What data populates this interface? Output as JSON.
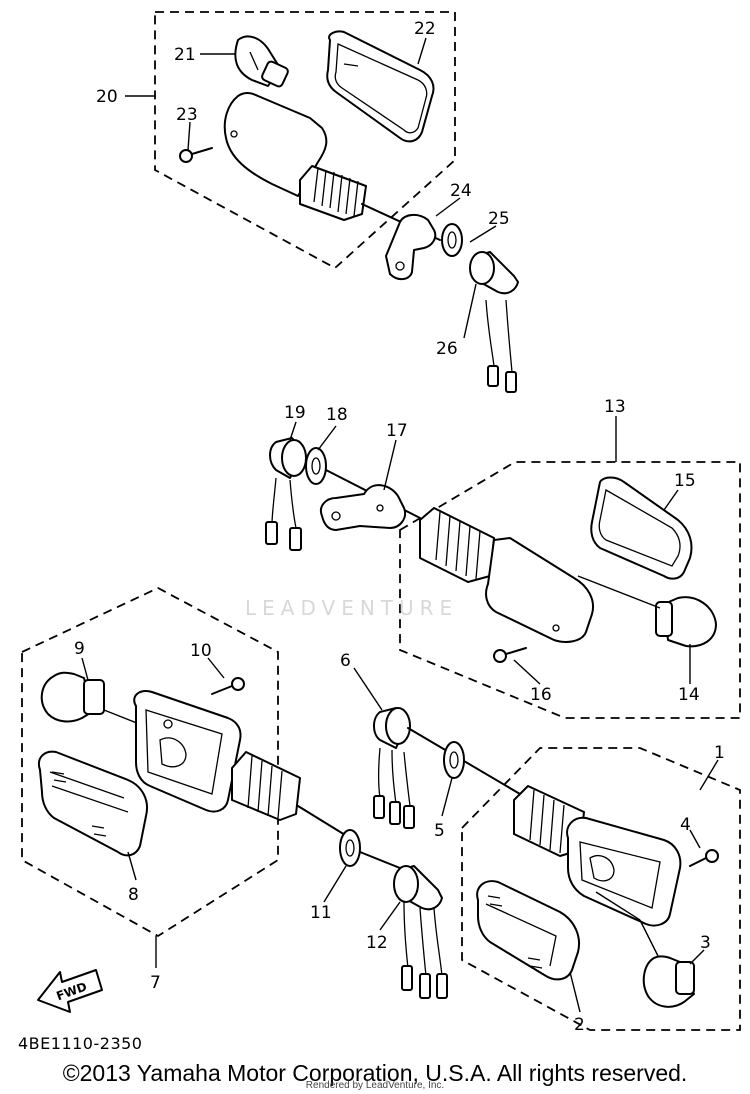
{
  "diagram": {
    "callouts": [
      "1",
      "2",
      "3",
      "4",
      "5",
      "6",
      "7",
      "8",
      "9",
      "10",
      "11",
      "12",
      "13",
      "14",
      "15",
      "16",
      "17",
      "18",
      "19",
      "20",
      "21",
      "22",
      "23",
      "24",
      "25",
      "26"
    ],
    "fwd_label": "FWD",
    "reference_code": "4BE1110-2350",
    "watermark": "LEADVENTURE",
    "copyright": "©2013 Yamaha Motor Corporation, U.S.A. All rights reserved.",
    "rendered_by": "Rendered by LeadVenture, Inc."
  }
}
